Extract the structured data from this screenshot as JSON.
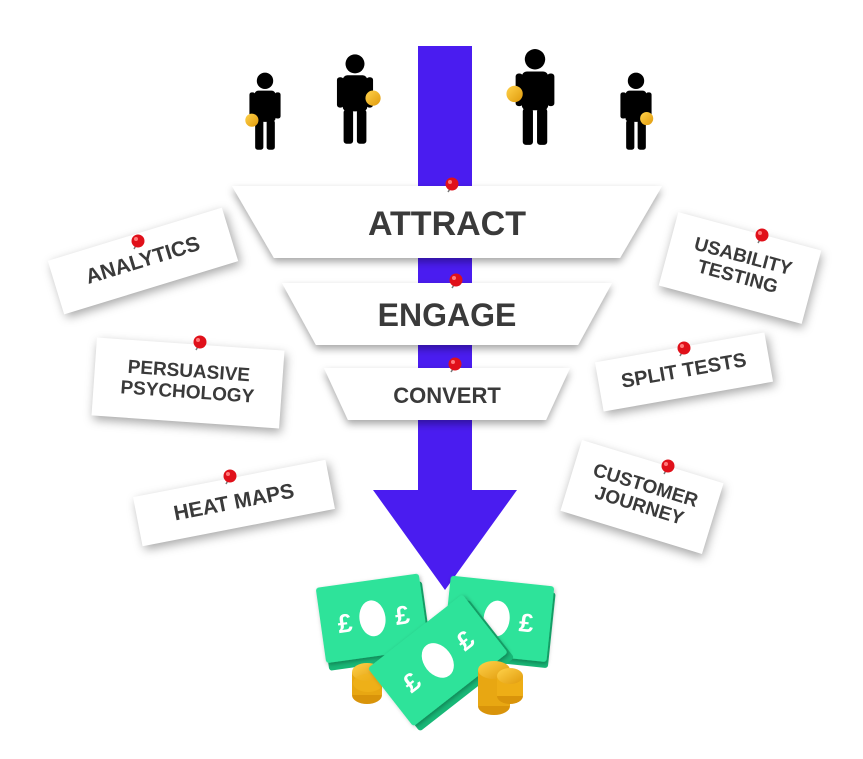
{
  "funnel": {
    "stages": [
      {
        "label": "ATTRACT"
      },
      {
        "label": "ENGAGE"
      },
      {
        "label": "CONVERT"
      }
    ]
  },
  "notes": {
    "analytics": "ANALYTICS",
    "persuasive_psychology": "PERSUASIVE\nPSYCHOLOGY",
    "heat_maps": "HEAT MAPS",
    "usability_testing": "USABILITY\nTESTING",
    "split_tests": "SPLIT TESTS",
    "customer_journey": "CUSTOMER\nJOURNEY"
  },
  "banknote_symbol": "£",
  "colors": {
    "arrow": "#4a1cf0",
    "pin": "#e0101a",
    "banknote": "#2ee39a",
    "banknote_dark": "#18b877",
    "coin": "#f2b51c",
    "label_text": "#3a3a3a"
  },
  "icons": [
    "person-icon",
    "coin-icon",
    "pushpin-icon",
    "banknote-icon",
    "down-arrow"
  ]
}
